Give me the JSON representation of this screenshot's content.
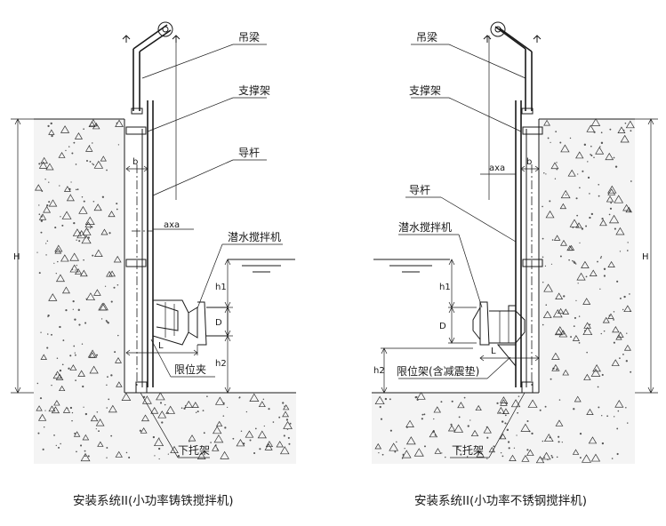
{
  "left": {
    "labels": {
      "hoist_beam": "吊梁",
      "support_frame": "支撑架",
      "guide_rod": "导杆",
      "mixer": "潜水搅拌机",
      "limit_clamp": "限位夹",
      "bottom_bracket": "下托架"
    },
    "dims": {
      "H": "H",
      "b": "b",
      "axa": "axa",
      "h1": "h1",
      "D": "D",
      "L": "L",
      "h2": "h2"
    },
    "caption": "安装系统II(小功率铸铁搅拌机)"
  },
  "right": {
    "labels": {
      "hoist_beam": "吊梁",
      "support_frame": "支撑架",
      "guide_rod": "导杆",
      "mixer": "潜水搅拌机",
      "limit_frame": "限位架(含减震垫)",
      "bottom_bracket": "下托架"
    },
    "dims": {
      "H": "H",
      "b": "b",
      "axa": "axa",
      "h1": "h1",
      "D": "D",
      "L": "L",
      "h2": "h2"
    },
    "caption": "安装系统II(小功率不锈钢搅拌机)"
  },
  "colors": {
    "ink": "#1a1a1a",
    "concrete_fill": "#f4f4f4"
  }
}
